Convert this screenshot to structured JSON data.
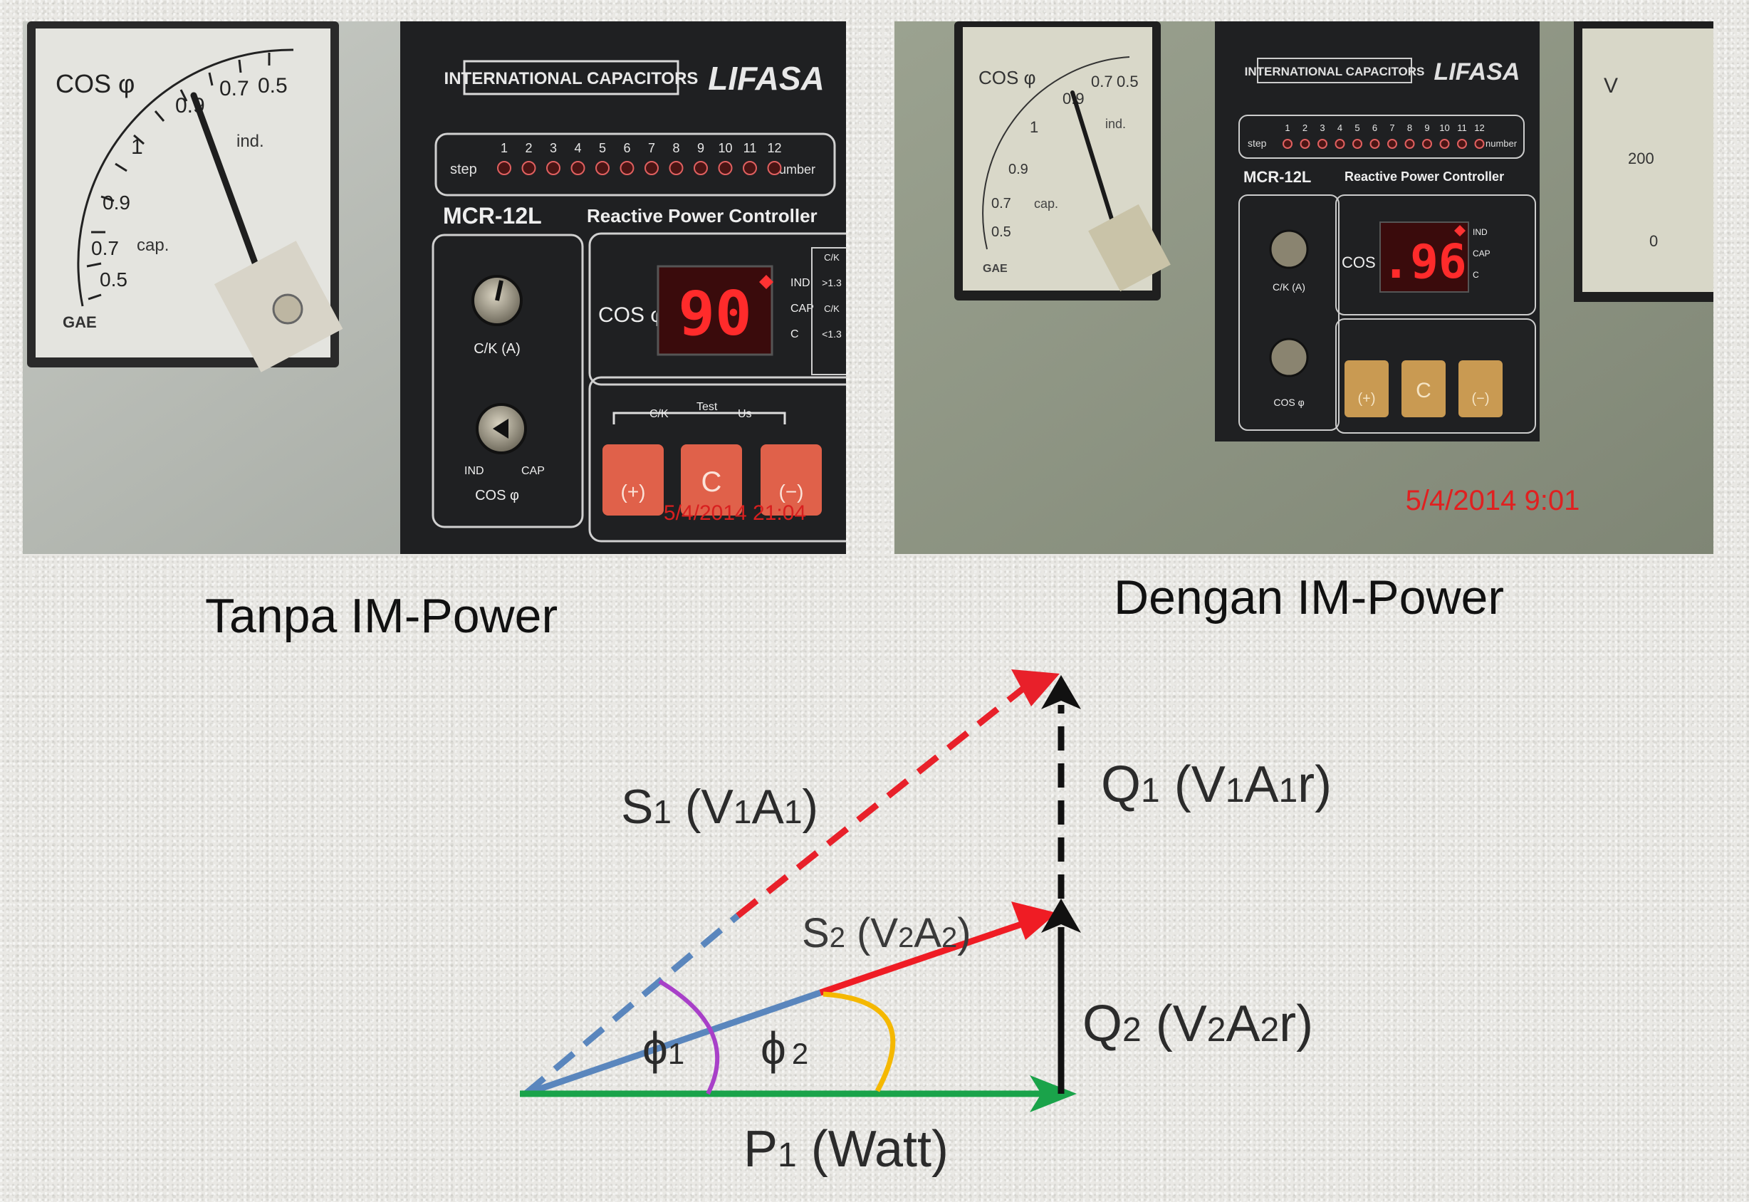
{
  "left_photo": {
    "caption": "Tanpa IM-Power",
    "meter": {
      "title": "COS φ",
      "scale": [
        "0.5",
        "0.7",
        "0.9",
        "1",
        "0.9",
        "0.7",
        "0.5"
      ],
      "ind_label": "ind.",
      "cap_label": "cap.",
      "brand": "GAE"
    },
    "controller": {
      "maker_banner": "INTERNATIONAL CAPACITORS",
      "brand_logo": "LIFASA",
      "step_label": "step",
      "number_label": "number",
      "steps": [
        "1",
        "2",
        "3",
        "4",
        "5",
        "6",
        "7",
        "8",
        "9",
        "10",
        "11",
        "12"
      ],
      "model": "MCR-12L",
      "subtitle": "Reactive Power Controller",
      "cos_label": "COS φ",
      "display_value": "90",
      "ind": "IND",
      "cap": "CAP",
      "c": "C",
      "ck_label": "C/K (A)",
      "cos_knob_label": "COS φ",
      "knob_ind": "IND",
      "knob_cap": "CAP",
      "ck": "C/K",
      "test": "Test",
      "us": "Us",
      "btn_plus": "(+)",
      "btn_c": "C",
      "btn_minus": "(−)",
      "cond_high": ">1.3",
      "cond_low": "<1.3"
    },
    "timestamp": "5/4/2014 21:04"
  },
  "right_photo": {
    "caption": "Dengan IM-Power",
    "meter": {
      "title": "COS φ",
      "scale": [
        "0.5",
        "0.7",
        "0.9",
        "1",
        "0.9",
        "0.7",
        "0.5"
      ],
      "ind_label": "ind.",
      "cap_label": "cap.",
      "brand": "GAE"
    },
    "controller": {
      "maker_banner": "INTERNATIONAL CAPACITORS",
      "brand_logo": "LIFASA",
      "step_label": "step",
      "number_label": "number",
      "steps": [
        "1",
        "2",
        "3",
        "4",
        "5",
        "6",
        "7",
        "8",
        "9",
        "10",
        "11",
        "12"
      ],
      "model": "MCR-12L",
      "subtitle": "Reactive Power Controller",
      "cos_label": "COS φ",
      "display_value": ".96",
      "ind": "IND",
      "cap": "CAP",
      "c": "C",
      "ck_label": "C/K (A)",
      "cos_knob_label": "COS φ",
      "btn_plus": "(+)",
      "btn_c": "C",
      "btn_minus": "(−)"
    },
    "voltmeter": {
      "title": "V",
      "scale": [
        "200",
        "0"
      ]
    },
    "timestamp": "5/4/2014 9:01"
  },
  "diagram": {
    "s1": {
      "main": "S",
      "sub": "1",
      "paren": " (V",
      "sub2": "1",
      "mid": "A",
      "sub3": "1",
      "end": ")"
    },
    "s2": {
      "main": "S",
      "sub": "2",
      "paren": " (V",
      "sub2": "2",
      "mid": "A",
      "sub3": "2",
      "end": ")"
    },
    "q1": {
      "main": "Q",
      "sub": "1",
      "paren": " (V",
      "sub2": "1",
      "mid": "A",
      "sub3": "1",
      "end": "r)"
    },
    "q2": {
      "main": "Q",
      "sub": "2",
      "paren": " (V",
      "sub2": "2",
      "mid": "A",
      "sub3": "2",
      "end": "r)"
    },
    "p1": {
      "main": "P",
      "sub": "1",
      "end": " (Watt)"
    },
    "phi1": {
      "main": "ϕ",
      "sub": "1"
    },
    "phi2": {
      "main": "ϕ",
      "sub": "2"
    },
    "colors": {
      "s1_dashed": "#e8202a",
      "s_blue": "#5a86bd",
      "s2_red": "#ef1c24",
      "p_green": "#1aa34a",
      "q_black": "#111111",
      "arc_phi1": "#a840c8",
      "arc_phi2": "#f5b800"
    }
  }
}
